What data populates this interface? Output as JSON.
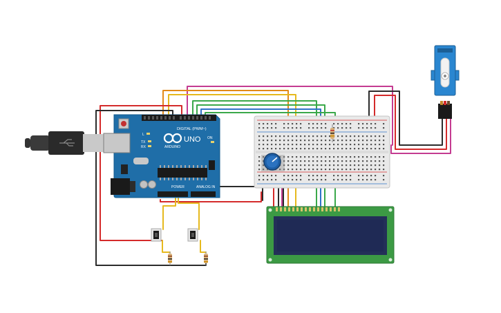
{
  "arduino": {
    "logo": "UNO",
    "brand": "ARDUINO",
    "digital_label": "DIGITAL (PWM~)",
    "power_label": "POWER",
    "analog_label": "ANALOG IN",
    "tx_label": "TX",
    "rx_label": "RX",
    "l_label": "L",
    "on_label": "ON"
  },
  "colors": {
    "arduino_board": "#1f6ea8",
    "breadboard": "#e9e9e9",
    "lcd_pcb": "#3c9a44",
    "lcd_screen": "#1f2a55",
    "servo_body": "#2a86d0",
    "wire_red": "#d42a2a",
    "wire_black": "#2b2b2b",
    "wire_yellow": "#e6b91e",
    "wire_orange": "#e38a19",
    "wire_magenta": "#c43b91",
    "wire_green": "#3aa84a",
    "wire_blue": "#2e73c7",
    "potentiometer": "#1e5fa6"
  },
  "components": {
    "usb_cable": "usb-cable",
    "arduino": "arduino-uno",
    "breadboard": "breadboard",
    "potentiometer": "potentiometer",
    "lcd": "lcd-16x2",
    "servo": "micro-servo",
    "button_left": "pushbutton-left",
    "button_right": "pushbutton-right"
  }
}
